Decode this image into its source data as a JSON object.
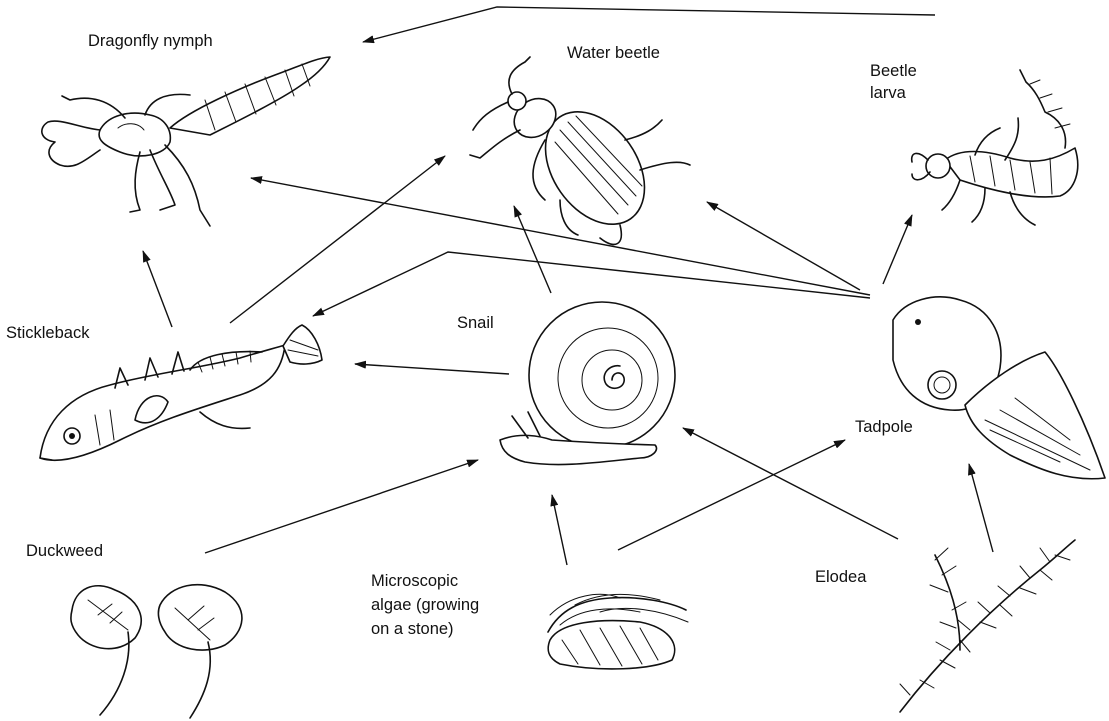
{
  "organisms": {
    "dragonfly_nymph": "Dragonfly nymph",
    "water_beetle": "Water beetle",
    "beetle_larva": [
      "Beetle",
      "larva"
    ],
    "stickleback": "Stickleback",
    "snail": "Snail",
    "tadpole": "Tadpole",
    "duckweed": "Duckweed",
    "algae": [
      "Microscopic",
      "algae (growing",
      "on a stone)"
    ],
    "elodea": "Elodea"
  },
  "food_links": [
    {
      "from": "Beetle larva",
      "to": "Dragonfly nymph"
    },
    {
      "from": "Stickleback",
      "to": "Dragonfly nymph"
    },
    {
      "from": "Stickleback",
      "to": "Water beetle"
    },
    {
      "from": "Snail",
      "to": "Water beetle"
    },
    {
      "from": "Snail",
      "to": "Stickleback"
    },
    {
      "from": "Tadpole",
      "to": "Dragonfly nymph"
    },
    {
      "from": "Tadpole",
      "to": "Water beetle"
    },
    {
      "from": "Tadpole",
      "to": "Beetle larva"
    },
    {
      "from": "Tadpole",
      "to": "Stickleback"
    },
    {
      "from": "Duckweed",
      "to": "Snail"
    },
    {
      "from": "Microscopic algae",
      "to": "Snail"
    },
    {
      "from": "Microscopic algae",
      "to": "Tadpole"
    },
    {
      "from": "Elodea",
      "to": "Snail"
    },
    {
      "from": "Elodea",
      "to": "Tadpole"
    }
  ]
}
